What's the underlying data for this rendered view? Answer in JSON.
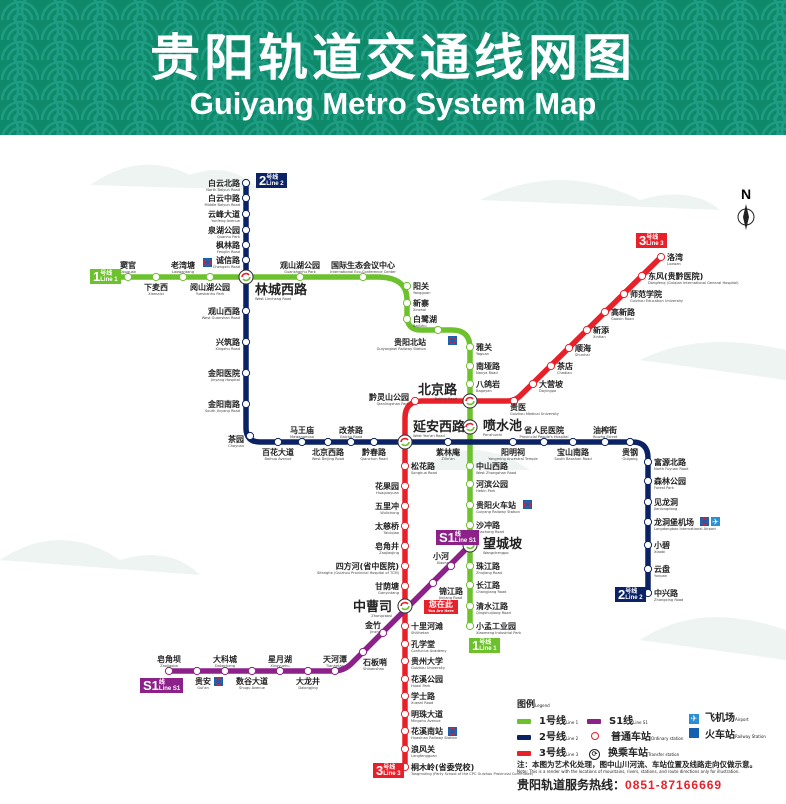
{
  "header": {
    "title": "贵阳轨道交通线网图",
    "subtitle": "Guiyang Metro System Map",
    "color": "#0e8a6a"
  },
  "compass": "N",
  "you_are_here": {
    "zh": "您在此",
    "en": "You Are Here"
  },
  "colors": {
    "line1": "#6cc12c",
    "line2": "#0b2265",
    "line3": "#e8202a",
    "lineS1": "#8b2189"
  },
  "badges": {
    "line1": {
      "num": "1",
      "zh": "号线",
      "en": "Line 1"
    },
    "line2": {
      "num": "2",
      "zh": "号线",
      "en": "Line 2"
    },
    "line3": {
      "num": "3",
      "zh": "号线",
      "en": "Line 3"
    },
    "lineS1": {
      "num": "S1",
      "zh": "线",
      "en": "Line S1"
    }
  },
  "lines": {
    "line1": [
      {
        "zh": "窦官",
        "en": "Douguan"
      },
      {
        "zh": "下麦西",
        "en": "Xiamaixi"
      },
      {
        "zh": "老湾塘",
        "en": "Laowantang"
      },
      {
        "zh": "阅山湖公园",
        "en": "Yueshanhu Park"
      },
      {
        "zh": "林城西路",
        "en": "West Lincheng Road"
      },
      {
        "zh": "观山湖公园",
        "en": "Guanshanhu Park"
      },
      {
        "zh": "国际生态会议中心",
        "en": "International Eco-Conference Center"
      },
      {
        "zh": "阳关",
        "en": "Yangguan"
      },
      {
        "zh": "新寨",
        "en": "Xinzhai"
      },
      {
        "zh": "白鹭湖",
        "en": "Bailuhu"
      },
      {
        "zh": "贵阳北站",
        "en": "Guiyangbei Railway Station"
      },
      {
        "zh": "雅关",
        "en": "Yaguan"
      },
      {
        "zh": "南垭路",
        "en": "Nanya Road"
      },
      {
        "zh": "八鸽岩",
        "en": "Bageyan"
      },
      {
        "zh": "北京路",
        "en": "Beijing Road"
      },
      {
        "zh": "喷水池",
        "en": "Penshuichi"
      },
      {
        "zh": "中山西路",
        "en": "West Zhongshan Road"
      },
      {
        "zh": "河滨公园",
        "en": "Hebin Park"
      },
      {
        "zh": "贵阳火车站",
        "en": "Guiyang Railway Station"
      },
      {
        "zh": "沙冲路",
        "en": "Shachong Road"
      },
      {
        "zh": "望城坡",
        "en": "Wangchengpo"
      },
      {
        "zh": "珠江路",
        "en": "Zhujiang Road"
      },
      {
        "zh": "长江路",
        "en": "Changjiang Road"
      },
      {
        "zh": "清水江路",
        "en": "Qingshuijiang Road"
      },
      {
        "zh": "小孟工业园",
        "en": "Xiaomeng Industrial Park"
      }
    ],
    "line2": [
      {
        "zh": "白云北路",
        "en": "North Baiyun Road"
      },
      {
        "zh": "白云中路",
        "en": "Middle Baiyun Road"
      },
      {
        "zh": "云峰大道",
        "en": "Yunfeng Avenue"
      },
      {
        "zh": "泉湖公园",
        "en": "Quanhu Park"
      },
      {
        "zh": "枫林路",
        "en": "Fenglin Road"
      },
      {
        "zh": "诚信路",
        "en": "Chengxin Road"
      },
      {
        "zh": "林城西路",
        "en": "West Lincheng Road"
      },
      {
        "zh": "观山西路",
        "en": "West Guanshan Road"
      },
      {
        "zh": "兴筑路",
        "en": "Xingzhu Road"
      },
      {
        "zh": "金阳医院",
        "en": "Jinyang Hospital"
      },
      {
        "zh": "金阳南路",
        "en": "South Jinyang Road"
      },
      {
        "zh": "茶园",
        "en": "Chayuan"
      },
      {
        "zh": "百花大道",
        "en": "Baihua Avenue"
      },
      {
        "zh": "马王庙",
        "en": "Mawangmiao"
      },
      {
        "zh": "北京西路",
        "en": "West Beijing Road"
      },
      {
        "zh": "改茶路",
        "en": "Gaicha Road"
      },
      {
        "zh": "黔春路",
        "en": "Qianchun Road"
      },
      {
        "zh": "延安西路",
        "en": "West Yan'an Road"
      },
      {
        "zh": "紫林庵",
        "en": "Zilin'an"
      },
      {
        "zh": "喷水池",
        "en": "Penshuichi"
      },
      {
        "zh": "阳明祠",
        "en": "Yangming Ancestral Temple"
      },
      {
        "zh": "省人民医院",
        "en": "Provincial People's Hospital"
      },
      {
        "zh": "宝山南路",
        "en": "South Baoshan Road"
      },
      {
        "zh": "油榨街",
        "en": "Youzha Street"
      },
      {
        "zh": "贵钢",
        "en": "Guigang"
      },
      {
        "zh": "富源北路",
        "en": "North Fuyuan Road"
      },
      {
        "zh": "森林公园",
        "en": "Forest Park"
      },
      {
        "zh": "见龙洞",
        "en": "Jianlongdong"
      },
      {
        "zh": "龙洞堡机场",
        "en": "Longdongbao International Airport"
      },
      {
        "zh": "小碧",
        "en": "Xiaobi"
      },
      {
        "zh": "云盘",
        "en": "Yunpan"
      },
      {
        "zh": "中兴路",
        "en": "Zhongxing Road"
      }
    ],
    "line3": [
      {
        "zh": "洛湾",
        "en": "Luowan"
      },
      {
        "zh": "东风(贵黔医院)",
        "en": "Dongfeng (Guiqian International General Hospital)"
      },
      {
        "zh": "师范学院",
        "en": "Guizhou Education University"
      },
      {
        "zh": "高新路",
        "en": "Gaoxin Road"
      },
      {
        "zh": "新添",
        "en": "Xintian"
      },
      {
        "zh": "顺海",
        "en": "Shunhai"
      },
      {
        "zh": "茶店",
        "en": "Chadian"
      },
      {
        "zh": "大营坡",
        "en": "Dayingpo"
      },
      {
        "zh": "贵医",
        "en": "Guizhou Medical University"
      },
      {
        "zh": "北京路",
        "en": "Beijing Road"
      },
      {
        "zh": "黔灵山公园",
        "en": "Qianlingshan Park"
      },
      {
        "zh": "延安西路",
        "en": "West Yan'an Road"
      },
      {
        "zh": "松花路",
        "en": "Songhua Road"
      },
      {
        "zh": "花果园",
        "en": "Huaguoyuan"
      },
      {
        "zh": "五里冲",
        "en": "Wulichong"
      },
      {
        "zh": "太慈桥",
        "en": "Taiciqiao"
      },
      {
        "zh": "皂角井",
        "en": "Zaojiaojing"
      },
      {
        "zh": "四方河(省中医院)",
        "en": "Sifanghe (Guizhou Provincial Hospital of TCM)"
      },
      {
        "zh": "甘荫塘",
        "en": "Ganyintang"
      },
      {
        "zh": "中曹司",
        "en": "Zhongcaosi"
      },
      {
        "zh": "十里河滩",
        "en": "Shilihetan"
      },
      {
        "zh": "孔学堂",
        "en": "Confucius Academy"
      },
      {
        "zh": "贵州大学",
        "en": "Guizhou University"
      },
      {
        "zh": "花溪公园",
        "en": "Huaxi Park"
      },
      {
        "zh": "学士路",
        "en": "Xueshi Road"
      },
      {
        "zh": "明珠大道",
        "en": "Mingzhu Avenue"
      },
      {
        "zh": "花溪南站",
        "en": "Huaxinan Railway Station"
      },
      {
        "zh": "浪风关",
        "en": "Langfengguan"
      },
      {
        "zh": "桐木岭(省委党校)",
        "en": "Tongmuling (Party School of the CPC Guizhou Provincial Committee)"
      }
    ],
    "lineS1": [
      {
        "zh": "望城坡",
        "en": "Wangchengpo"
      },
      {
        "zh": "小河",
        "en": "Xiaohe"
      },
      {
        "zh": "锦江路",
        "en": "Jinjiang Road"
      },
      {
        "zh": "中曹司",
        "en": "Zhongcaosi"
      },
      {
        "zh": "金竹",
        "en": "Jinzhu"
      },
      {
        "zh": "石板哨",
        "en": "Shibanshao"
      },
      {
        "zh": "天河潭",
        "en": "Tianhetan"
      },
      {
        "zh": "大龙井",
        "en": "Dalongjing"
      },
      {
        "zh": "星月湖",
        "en": "Xingyuehu"
      },
      {
        "zh": "数谷大道",
        "en": "Shugu Avenue"
      },
      {
        "zh": "大科城",
        "en": "Dakecheng"
      },
      {
        "zh": "贵安",
        "en": "Gui'an"
      },
      {
        "zh": "皂角坝",
        "en": "Zaojiaoba"
      }
    ]
  },
  "legend": {
    "title": "图例",
    "title_en": "Legend",
    "items": [
      {
        "zh": "1号线",
        "en": "Line 1",
        "icon": "line1-swatch"
      },
      {
        "zh": "2号线",
        "en": "Line 2",
        "icon": "line2-swatch"
      },
      {
        "zh": "3号线",
        "en": "Line 3",
        "icon": "line3-swatch"
      },
      {
        "zh": "S1线",
        "en": "Line S1",
        "icon": "lineS1-swatch"
      },
      {
        "zh": "普通车站",
        "en": "Ordinary station",
        "icon": "station-circle-icon"
      },
      {
        "zh": "换乘车站",
        "en": "Transfer station",
        "icon": "transfer-icon"
      },
      {
        "zh": "飞机场",
        "en": "Airport",
        "icon": "airplane-icon"
      },
      {
        "zh": "火车站",
        "en": "Railway Station",
        "icon": "train-icon"
      }
    ]
  },
  "note": "注：本图为艺术化处理，图中山川河流、车站位置及线路走向仅做示意。",
  "note_en": "Note: This is a render with the locations of mountains, rivers, stations, and route directions only for illustration.",
  "hotline": {
    "label": "贵阳轨道服务热线：",
    "number": "0851-87166669"
  }
}
